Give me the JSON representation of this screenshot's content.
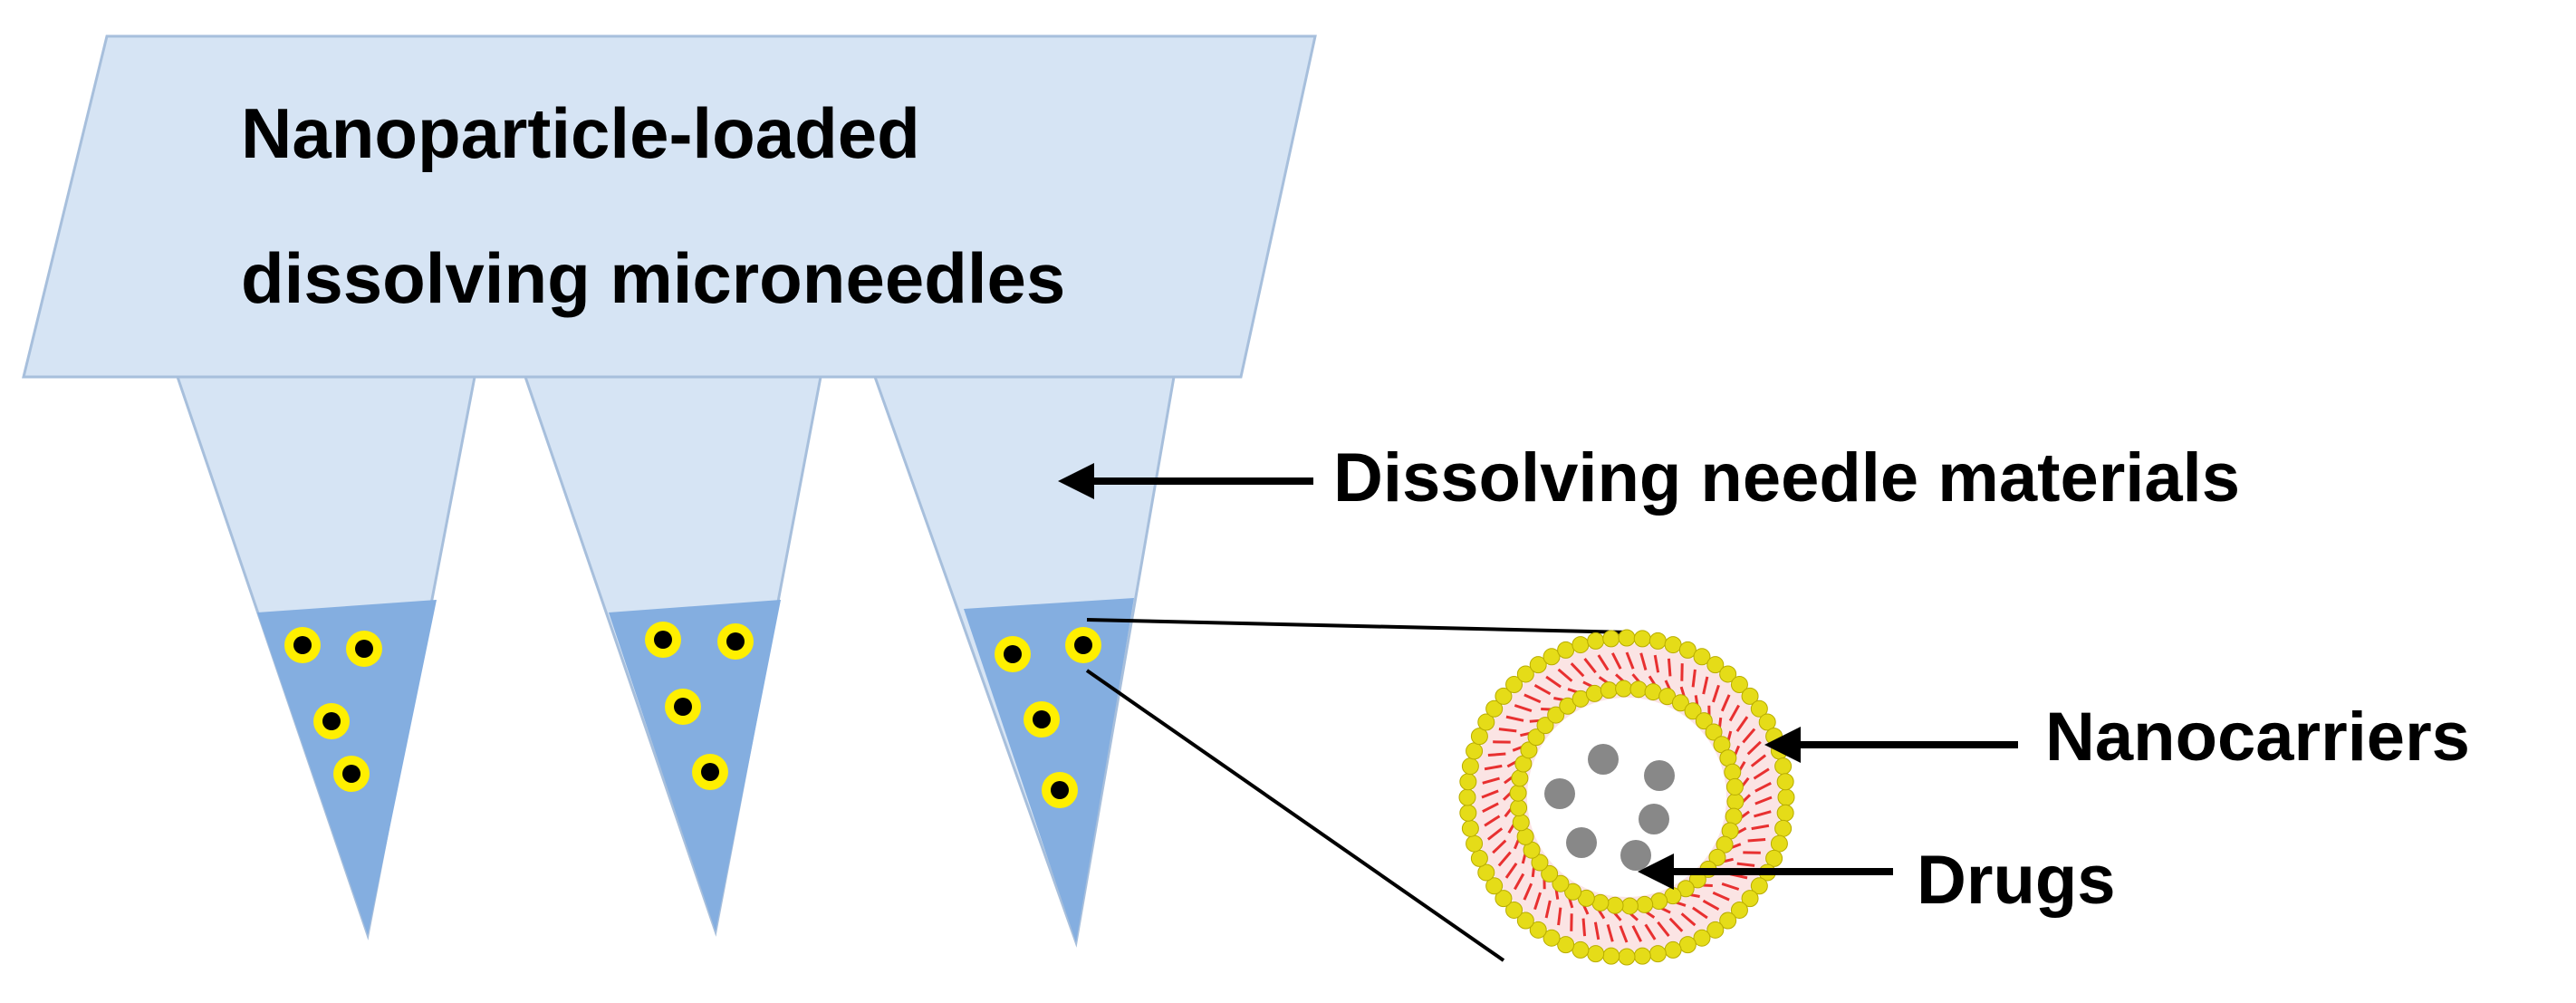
{
  "title": {
    "line1": "Nanoparticle-loaded",
    "line2": "dissolving microneedles"
  },
  "labels": {
    "dissolving_material": "Dissolving needle materials",
    "nanocarriers": "Nanocarriers",
    "drugs": "Drugs"
  },
  "colors": {
    "needle_body": "#d6e4f4",
    "needle_outline": "#a7bfdc",
    "needle_tip": "#84aee0",
    "nanoparticle_ring": "#ffef00",
    "nanoparticle_core": "#000000",
    "lipid_head": "#e5dc18",
    "lipid_tail": "#e83030",
    "drug": "#888888",
    "line": "#000000"
  },
  "counts": {
    "needles": 3,
    "nanoparticles_per_needle": 4,
    "drug_particles": 6
  }
}
